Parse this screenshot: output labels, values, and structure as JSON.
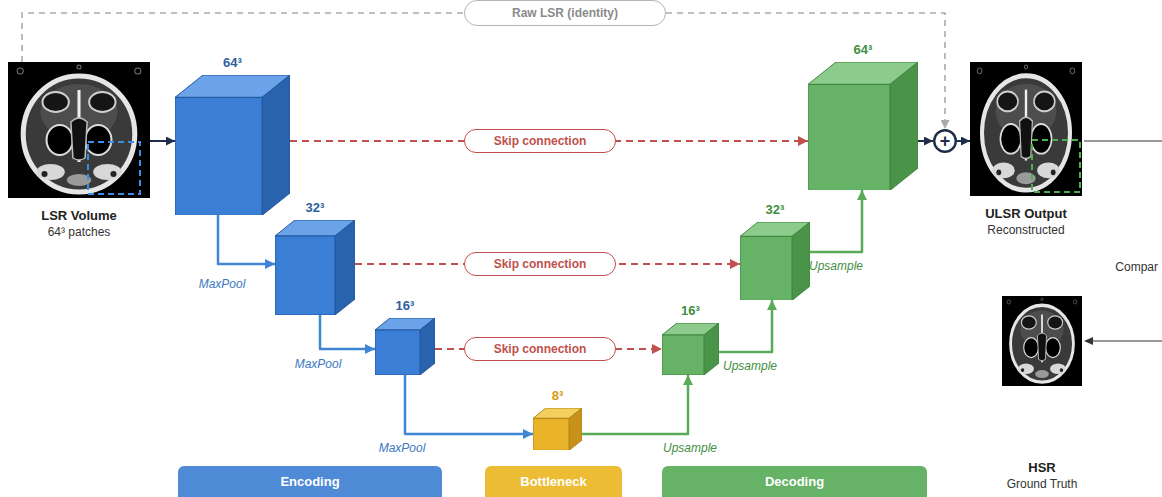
{
  "diagram": {
    "nodes": [
      {
        "text": [
          "LSR Volume",
          "64³ patches"
        ]
      },
      {
        "text": [
          "64³"
        ]
      },
      {
        "text": [
          "32³"
        ]
      },
      {
        "text": [
          "16³"
        ]
      },
      {
        "text": [
          "8³"
        ]
      },
      {
        "text": [
          "16³"
        ]
      },
      {
        "text": [
          "32³"
        ]
      },
      {
        "text": [
          "64³"
        ]
      },
      {
        "text": [
          "+"
        ]
      },
      {
        "text": [
          "ULSR Output",
          "Reconstructed"
        ]
      },
      {
        "text": [
          "HSR",
          "Ground Truth"
        ]
      },
      {
        "text": [
          "Encoding"
        ]
      },
      {
        "text": [
          "Bottleneck"
        ]
      },
      {
        "text": [
          "Decoding"
        ]
      }
    ],
    "edges": [
      {
        "from": 0,
        "to": 1,
        "arrow": "to"
      },
      {
        "from": 0,
        "to": 8,
        "label": "Raw LSR (identity)",
        "arrow": "to"
      },
      {
        "from": 1,
        "to": 7,
        "label": "Skip connection",
        "arrow": "to"
      },
      {
        "from": 1,
        "to": 2,
        "label": "MaxPool",
        "arrow": "to"
      },
      {
        "from": 2,
        "to": 6,
        "label": "Skip connection",
        "arrow": "to"
      },
      {
        "from": 2,
        "to": 3,
        "label": "MaxPool",
        "arrow": "to"
      },
      {
        "from": 3,
        "to": 5,
        "label": "Skip connection",
        "arrow": "to"
      },
      {
        "from": 3,
        "to": 4,
        "label": "MaxPool",
        "arrow": "to"
      },
      {
        "from": 4,
        "to": 5,
        "label": "Upsample",
        "arrow": "to"
      },
      {
        "from": 5,
        "to": 6,
        "label": "Upsample",
        "arrow": "to"
      },
      {
        "from": 6,
        "to": 7,
        "label": "Upsample",
        "arrow": "to"
      },
      {
        "from": 7,
        "to": 8,
        "arrow": "to"
      },
      {
        "from": 8,
        "to": 9,
        "arrow": "to"
      }
    ],
    "labels": [
      "Compar"
    ]
  }
}
